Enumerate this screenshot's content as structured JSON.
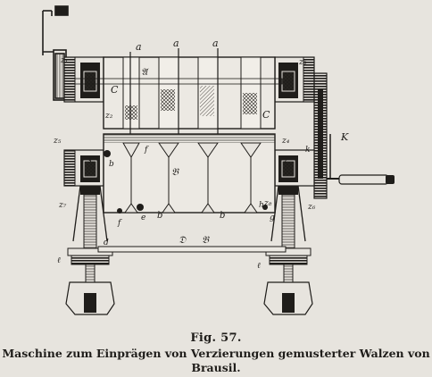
{
  "figure": {
    "labels": {
      "K_top": "K",
      "K_right": "K",
      "z1": "z₁",
      "z2": "z₂",
      "z3": "z₃",
      "z4": "z₄",
      "z5": "z₅",
      "z6": "z₆",
      "z7": "z₇",
      "z8": "z₈",
      "a1": "a",
      "a2": "a",
      "a3": "a",
      "A": "𝔄",
      "B_mid": "𝔅",
      "B_lower": "𝔅",
      "C_left": "C",
      "C_right": "C",
      "b1": "b",
      "b2": "b",
      "b3": "b",
      "d": "d",
      "e": "e",
      "f1": "f",
      "f2": "f",
      "g": "g",
      "h": "h",
      "k": "k",
      "l1": "ℓ",
      "l2": "ℓ",
      "D": "𝔇",
      "s": "s",
      "z": "z"
    }
  },
  "caption": {
    "number": "Fig. 57.",
    "line1": "Maschine zum Einprägen von Verzierungen gemusterter Walzen von",
    "line2": "Brausil."
  }
}
